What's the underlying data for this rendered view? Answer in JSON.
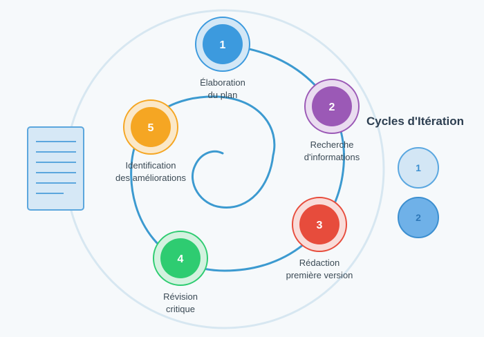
{
  "title": "Cycles d'Itération",
  "steps": [
    {
      "number": "1",
      "line1": "Élaboration",
      "line2": "du plan",
      "color": "#3c9ade",
      "ring": "#d3e7f6",
      "stroke": "#3c9ade"
    },
    {
      "number": "2",
      "line1": "Recherche",
      "line2": "d'informations",
      "color": "#9b59b6",
      "ring": "#eadcf0",
      "stroke": "#9b59b6"
    },
    {
      "number": "3",
      "line1": "Rédaction",
      "line2": "première version",
      "color": "#e74c3c",
      "ring": "#f9dcd9",
      "stroke": "#e74c3c"
    },
    {
      "number": "4",
      "line1": "Révision",
      "line2": "critique",
      "color": "#2ecc71",
      "ring": "#d3f2df",
      "stroke": "#2ecc71"
    },
    {
      "number": "5",
      "line1": "Identification",
      "line2": "des améliorations",
      "color": "#f5a623",
      "ring": "#fbe8c8",
      "stroke": "#f5a623"
    }
  ],
  "iterations": [
    {
      "number": "1",
      "fill": "#d3e6f5",
      "stroke": "#5aa7e0",
      "text": "#3c8fd0"
    },
    {
      "number": "2",
      "fill": "#6fb1e8",
      "stroke": "#3c8fd0",
      "text": "#2e78b8"
    }
  ],
  "colors": {
    "spiral": "#3c9ad0",
    "outer_ring": "#d7e7f1",
    "document": "#d6e8f6",
    "document_stroke": "#5ba6dd"
  }
}
